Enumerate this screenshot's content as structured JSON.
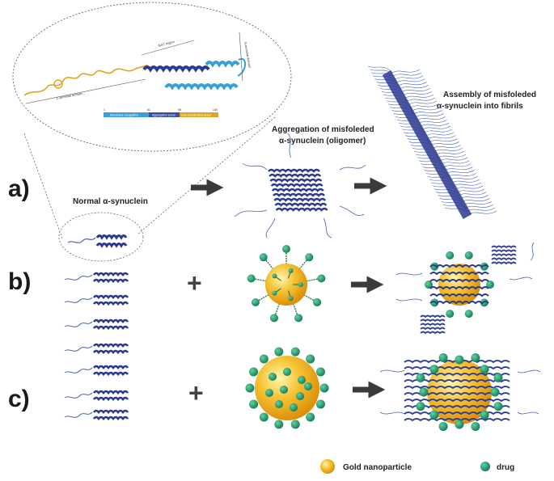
{
  "rows": [
    {
      "label": "a)"
    },
    {
      "label": "b)"
    },
    {
      "label": "c)"
    }
  ],
  "captions": {
    "normal": "Normal α-synuclein",
    "oligomer_line1": "Aggregation of misfoleded",
    "oligomer_line2": "α-synuclein (oligomer)",
    "fibril_line1": "Assembly of misfoleded",
    "fibril_line2": "α-synuclein into fibrils"
  },
  "zoom": {
    "nac_region": "NAC region",
    "n_terminal": "N-terminal domain",
    "c_terminal": "C-terminal domain",
    "bar_labels": [
      "Membrane recognition",
      "Aggregation prone",
      "Acid domain/disordered"
    ],
    "bar_numbers": [
      "1",
      "61",
      "95",
      "140"
    ]
  },
  "symbols": {
    "plus": "+"
  },
  "legend": {
    "gold_label": "Gold nanoparticle",
    "drug_label": "drug"
  },
  "colors": {
    "protein_dark": "#2b3a8f",
    "protein_mid": "#4a5fb5",
    "helix_light": "#3aa0dc",
    "c_terminal": "#e0a41e",
    "gold": "#f2b01c",
    "drug": "#1f9a6a",
    "arrow": "#3a3a3a",
    "bar_blue": "#3aa0dc",
    "bar_indigo": "#3b4fa8",
    "bar_gold": "#e0a41e"
  }
}
